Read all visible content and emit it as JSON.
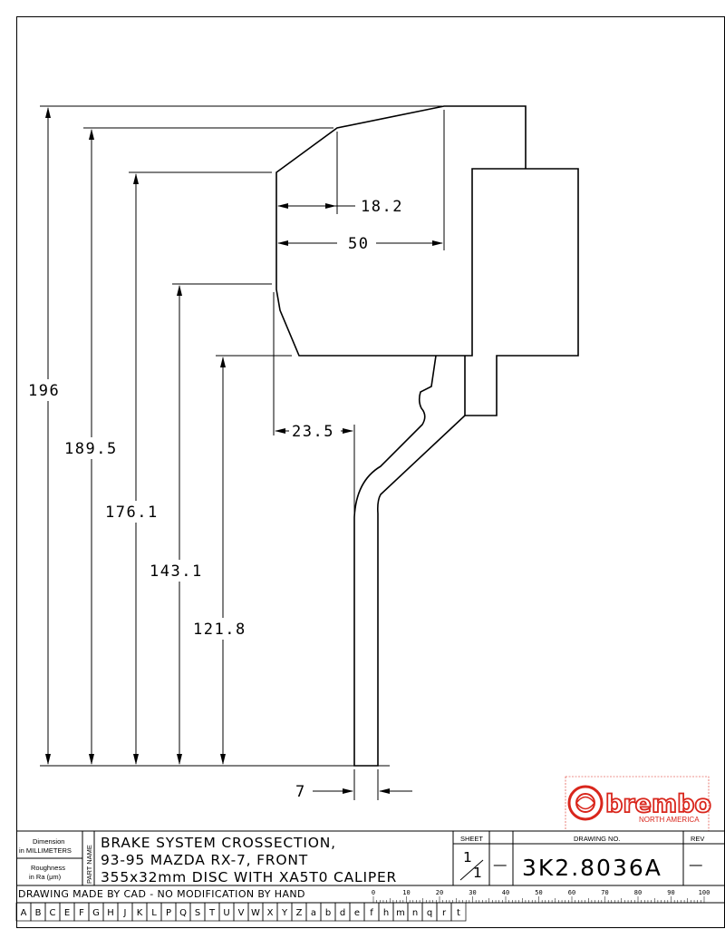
{
  "dimensions": {
    "d196": "196",
    "d189_5": "189.5",
    "d176_1": "176.1",
    "d143_1": "143.1",
    "d121_8": "121.8",
    "d18_2": "18.2",
    "d50": "50",
    "d23_5": "23.5",
    "d7": "7"
  },
  "logo": {
    "brand": "brembo",
    "subtitle": "NORTH AMERICA",
    "color": "#d9261c"
  },
  "title_block": {
    "dimension_label_1": "Dimension",
    "dimension_label_2": "in MILLIMETERS",
    "roughness_label_1": "Roughness",
    "roughness_label_2": "in Ra (μm)",
    "part_name_label": "PART NAME",
    "title_line_1": "BRAKE SYSTEM CROSSECTION,",
    "title_line_2": "93-95 MAZDA RX-7, FRONT",
    "title_line_3": "355x32mm DISC WITH XA5T0 CALIPER",
    "sheet_label": "SHEET",
    "sheet_num": "1",
    "sheet_total": "1",
    "dash_1": "—",
    "drawing_no_label": "DRAWING NO.",
    "drawing_no": "3K2.8036A",
    "rev_label": "REV",
    "rev_value": "—",
    "cad_note": "DRAWING MADE BY CAD - NO MODIFICATION BY HAND",
    "scale_labels": [
      "0",
      "10",
      "20",
      "30",
      "40",
      "50",
      "60",
      "70",
      "80",
      "90",
      "100"
    ],
    "zone_letters": [
      "A",
      "B",
      "C",
      "E",
      "F",
      "G",
      "H",
      "J",
      "K",
      "L",
      "P",
      "Q",
      "S",
      "T",
      "U",
      "V",
      "W",
      "X",
      "Y",
      "Z",
      "a",
      "b",
      "d",
      "e",
      "f",
      "h",
      "m",
      "n",
      "q",
      "r",
      "t"
    ]
  }
}
